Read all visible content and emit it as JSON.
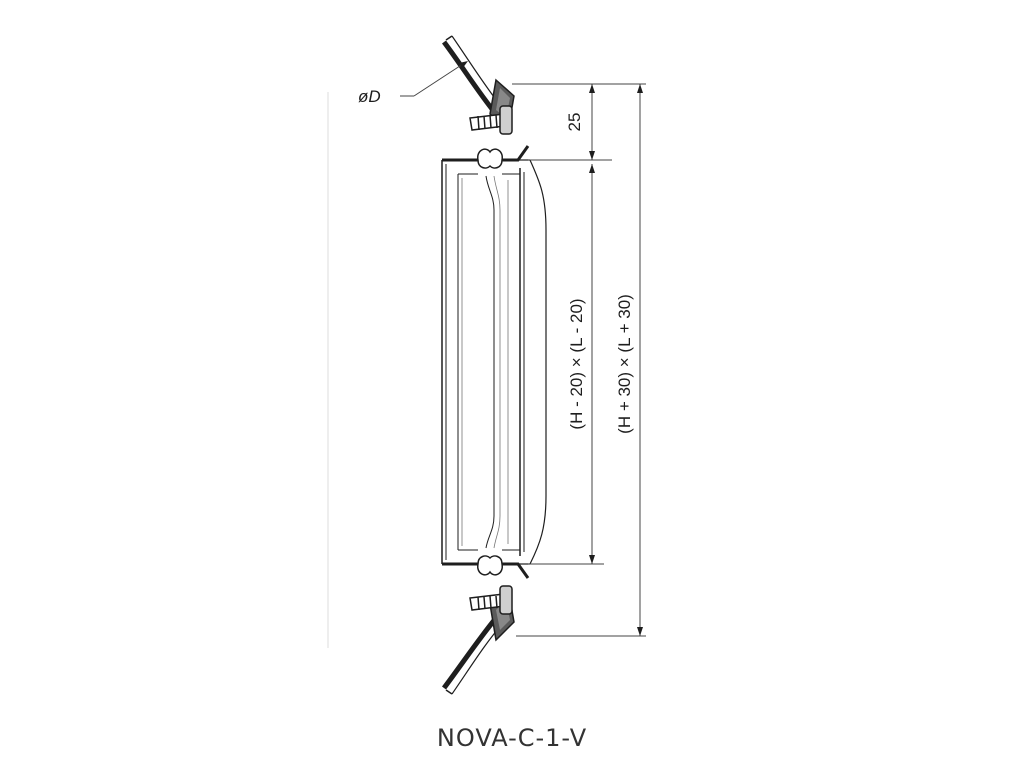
{
  "diagram": {
    "diameter_label": "øD",
    "dim_top": "25",
    "dim_inner": "(H - 20) × (L - 20)",
    "dim_outer": "(H + 30) × (L + 30)",
    "caption": "NOVA-C-1-V"
  },
  "colors": {
    "line": "#1e1e1e",
    "thin_line": "#444444",
    "fill_dark": "#5a5a5a",
    "fill_light": "#f4f4f4"
  }
}
